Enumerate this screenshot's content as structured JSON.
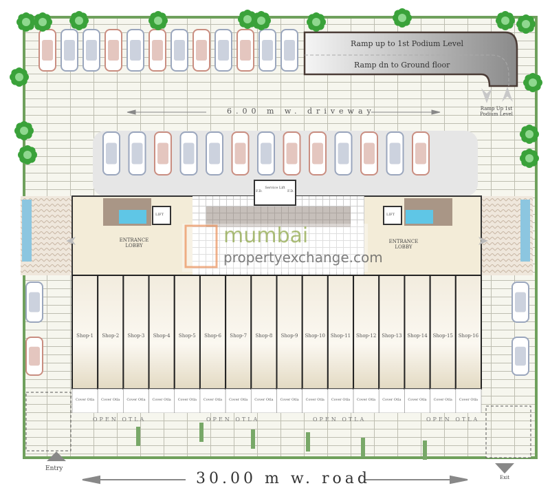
{
  "ramps": {
    "up": "Ramp up to 1st Podium Level",
    "down": "Ramp dn to Ground floor",
    "side": "Ramp Up 1st Podium Level"
  },
  "driveway": "6.00 m w. driveway",
  "road": "30.00 m w. road",
  "entry": "Entry",
  "exit": "Exit",
  "lobby": {
    "title": "ENTRANCE LOBBY",
    "lift": "LIFT"
  },
  "service_lift": "Service Lift",
  "fire_duct": "F.D.",
  "open_otla": "OPEN OTLA",
  "cover_otla": "Cover Otla",
  "shops": [
    "Shop-1",
    "Shop-2",
    "Shop-3",
    "Shop-4",
    "Shop-5",
    "Shop-6",
    "Shop-7",
    "Shop-8",
    "Shop-9",
    "Shop-10",
    "Shop-11",
    "Shop-12",
    "Shop-13",
    "Shop-14",
    "Shop-15",
    "Shop-16"
  ],
  "watermark": {
    "line1": "mumbai",
    "line2": "propertyexchange.com"
  },
  "colors": {
    "boundary": "#6fa05c",
    "ramp": "#8c8c8c",
    "tree": "#3aa23a",
    "shop_fill": "#efe9da",
    "lobby_fill": "#f3ecd8",
    "car_red": "#c98d80",
    "car_blue": "#9aa6bd"
  }
}
